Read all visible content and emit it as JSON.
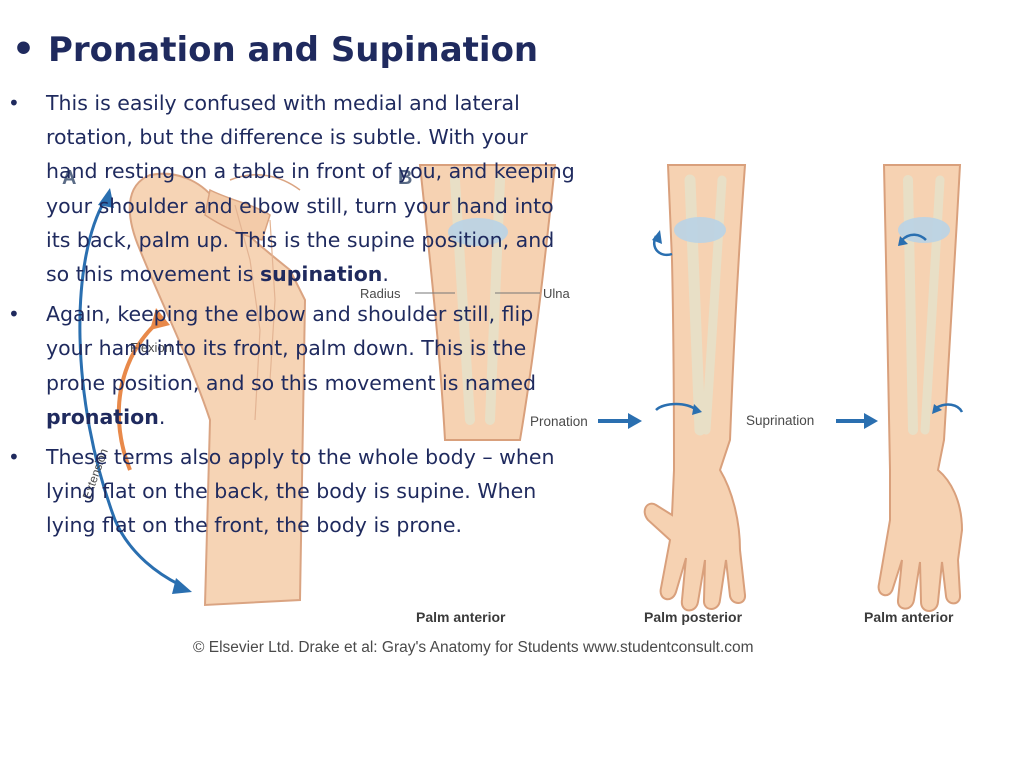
{
  "slide": {
    "title": "Pronation and Supination",
    "bullets": [
      {
        "before": "This is easily confused with medial and lateral rotation, but the difference is subtle. With your hand resting on a table in front of you, and keeping your shoulder and elbow still, turn your hand into its back, palm up. This is the supine position, and so this movement is ",
        "bold": "supination",
        "after": "."
      },
      {
        "before": "Again, keeping the elbow and shoulder still, flip your hand into its front, palm down. This is the prone position, and so this movement is named ",
        "bold": "pronation",
        "after": "."
      },
      {
        "before": "These terms also apply to the whole body – when lying flat on the back, the body is supine. When lying flat on the front, the body is prone.",
        "bold": "",
        "after": ""
      }
    ]
  },
  "figure": {
    "panel_a": "A",
    "panel_b": "B",
    "label_flexion": "Flexion",
    "label_extension": "Extension",
    "label_radius": "Radius",
    "label_ulna": "Ulna",
    "label_pronation": "Pronation",
    "label_supination": "Suprination",
    "caption_left": "Palm anterior",
    "caption_middle": "Palm posterior",
    "caption_right": "Palm anterior",
    "copyright": "© Elsevier Ltd. Drake et al: Gray's Anatomy for Students www.studentconsult.com"
  },
  "colors": {
    "title_text": "#1f2a5e",
    "skin": "#f6d2b2",
    "skin_outline": "#d9a07c",
    "bone": "#e8dfc6",
    "cartilage": "#b9d3e6",
    "arrow_blue": "#2a6fb0",
    "flexion_arrow": "#e8894a"
  }
}
